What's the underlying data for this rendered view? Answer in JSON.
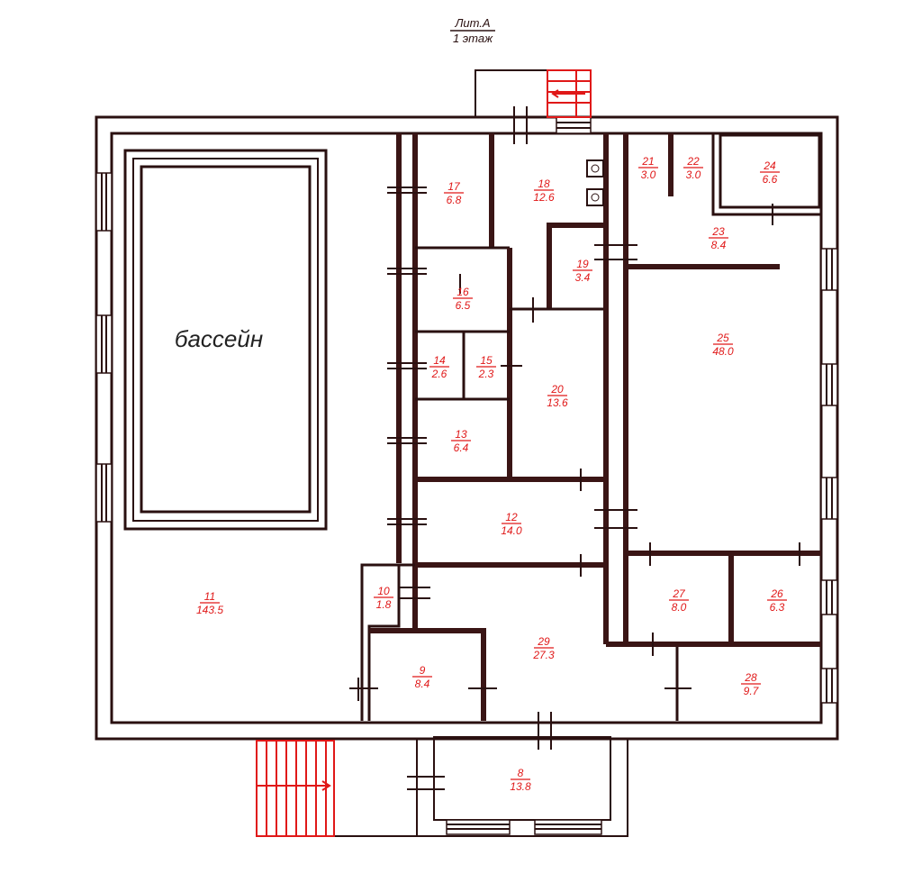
{
  "header": {
    "line1": "Лит.А",
    "line2": "1 этаж"
  },
  "pool_label": "бассейн",
  "colors": {
    "walls": "#2a1010",
    "labels": "#e01818",
    "background": "#ffffff"
  },
  "rooms": [
    {
      "id": "room-8",
      "number": "8",
      "area": "13.8"
    },
    {
      "id": "room-9",
      "number": "9",
      "area": "8.4"
    },
    {
      "id": "room-10",
      "number": "10",
      "area": "1.8"
    },
    {
      "id": "room-11",
      "number": "11",
      "area": "143.5"
    },
    {
      "id": "room-12",
      "number": "12",
      "area": "14.0"
    },
    {
      "id": "room-13",
      "number": "13",
      "area": "6.4"
    },
    {
      "id": "room-14",
      "number": "14",
      "area": "2.6"
    },
    {
      "id": "room-15",
      "number": "15",
      "area": "2.3"
    },
    {
      "id": "room-16",
      "number": "16",
      "area": "6.5"
    },
    {
      "id": "room-17",
      "number": "17",
      "area": "6.8"
    },
    {
      "id": "room-18",
      "number": "18",
      "area": "12.6"
    },
    {
      "id": "room-19",
      "number": "19",
      "area": "3.4"
    },
    {
      "id": "room-20",
      "number": "20",
      "area": "13.6"
    },
    {
      "id": "room-21",
      "number": "21",
      "area": "3.0"
    },
    {
      "id": "room-22",
      "number": "22",
      "area": "3.0"
    },
    {
      "id": "room-23",
      "number": "23",
      "area": "8.4"
    },
    {
      "id": "room-24",
      "number": "24",
      "area": "6.6"
    },
    {
      "id": "room-25",
      "number": "25",
      "area": "48.0"
    },
    {
      "id": "room-26",
      "number": "26",
      "area": "6.3"
    },
    {
      "id": "room-27",
      "number": "27",
      "area": "8.0"
    },
    {
      "id": "room-28",
      "number": "28",
      "area": "9.7"
    },
    {
      "id": "room-29",
      "number": "29",
      "area": "27.3"
    }
  ]
}
